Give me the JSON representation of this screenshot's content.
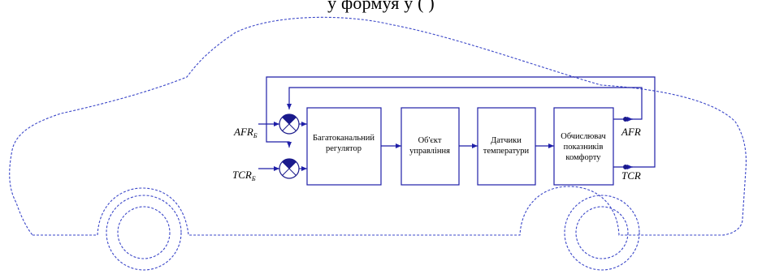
{
  "top_text": "у                                   формуя    у  (   )",
  "blocks": {
    "controller": [
      "Багатоканальний",
      "регулятор"
    ],
    "object": [
      "Об'єкт",
      "управління"
    ],
    "sensors": [
      "Датчики",
      "температури"
    ],
    "calculator": [
      "Обчислювач",
      "показників",
      "комфорту"
    ]
  },
  "signals": {
    "afr_set": "AFR",
    "afr_set_sub": "Б",
    "tcr_set": "TCR",
    "tcr_set_sub": "Б",
    "afr_out": "AFR",
    "tcr_out": "TCR"
  },
  "colors": {
    "line": "#1f1fa8",
    "outline": "#3a46c8",
    "node": "#1a1a8c"
  }
}
